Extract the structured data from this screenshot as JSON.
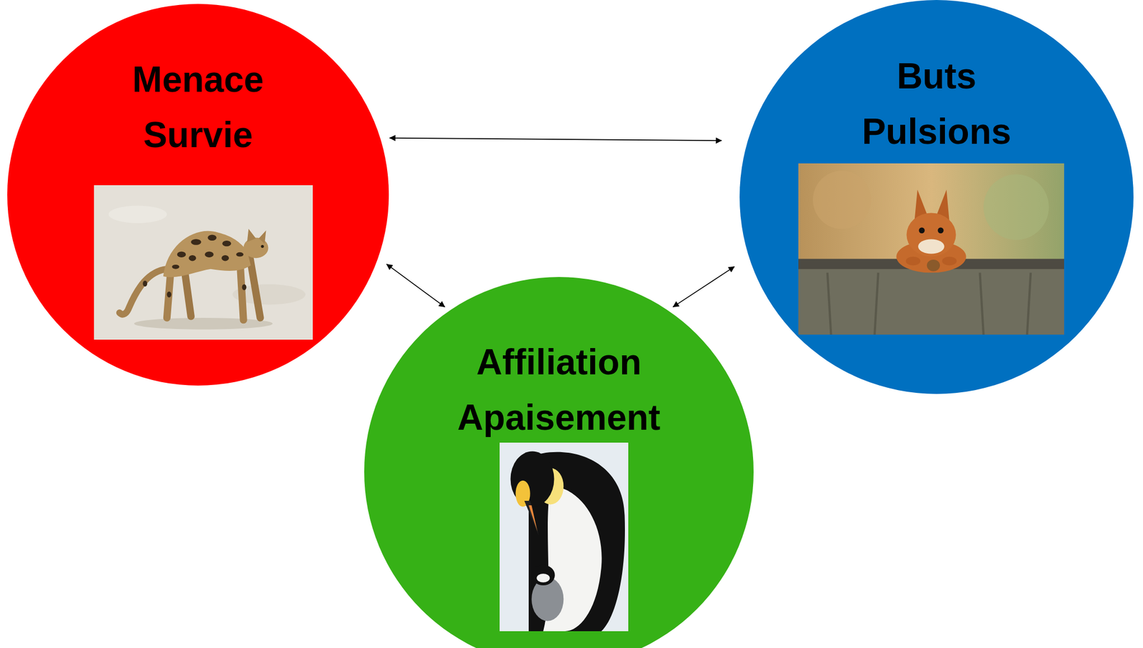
{
  "diagram": {
    "nodes": [
      {
        "text": [
          "Menace Survie"
        ]
      },
      {
        "text": [
          "Buts Pulsions"
        ]
      },
      {
        "text": [
          "Affiliation Apaisement"
        ]
      }
    ],
    "edges": [
      {
        "from": 0,
        "to": 1,
        "arrow": "both"
      },
      {
        "from": 0,
        "to": 2,
        "arrow": "both"
      },
      {
        "from": 2,
        "to": 1,
        "arrow": "both"
      }
    ]
  }
}
